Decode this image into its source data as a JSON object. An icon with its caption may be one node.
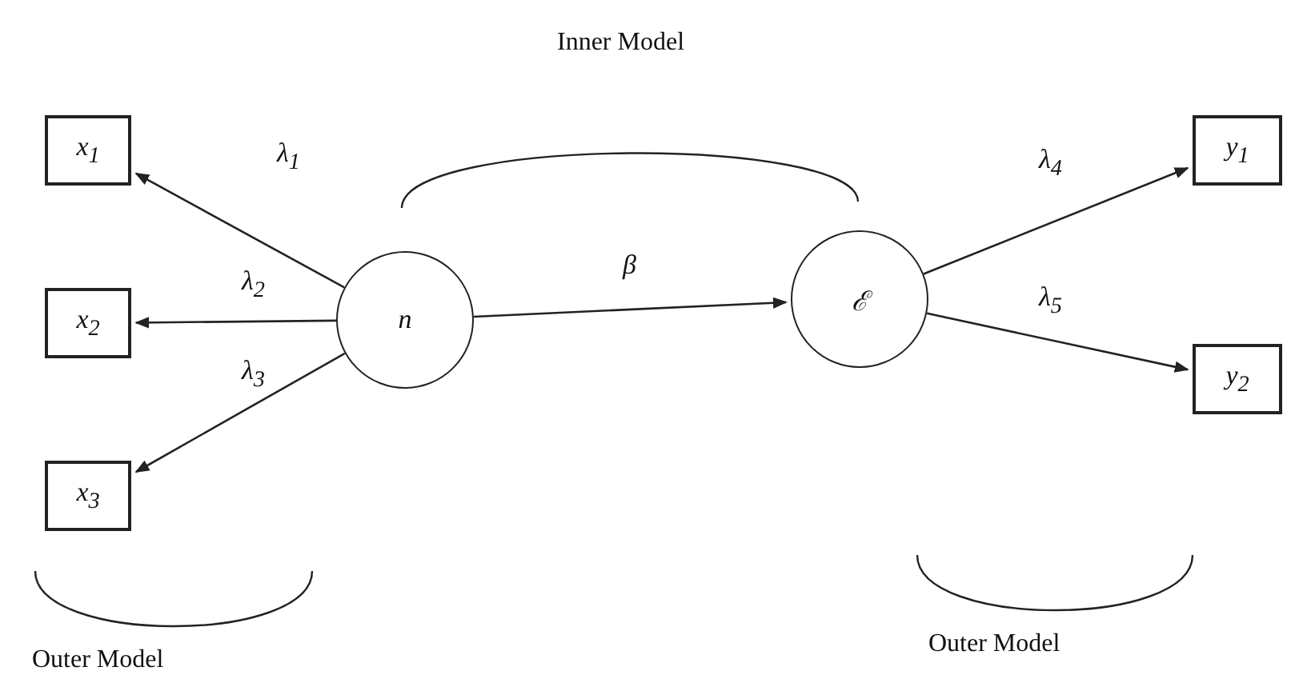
{
  "diagram": {
    "nodes": [
      {
        "text": [
          "x$_{1}$"
        ]
      },
      {
        "text": [
          "x$_{2}$"
        ]
      },
      {
        "text": [
          "x$_{3}$"
        ]
      },
      {
        "text": [
          "n"
        ]
      },
      {
        "text": [
          "ℰ"
        ]
      },
      {
        "text": [
          "y$_{1}$"
        ]
      },
      {
        "text": [
          "y$_{2}$"
        ]
      }
    ],
    "edges": [
      {
        "from": 3,
        "to": 0,
        "arrow": "to",
        "label": "λ$_{1}$"
      },
      {
        "from": 3,
        "to": 1,
        "arrow": "to",
        "label": "λ$_{2}$"
      },
      {
        "from": 3,
        "to": 2,
        "arrow": "to",
        "label": "λ$_{3}$"
      },
      {
        "from": 3,
        "to": 4,
        "arrow": "to",
        "label": "β"
      },
      {
        "from": 4,
        "to": 5,
        "arrow": "to",
        "label": "λ$_{4}$"
      },
      {
        "from": 4,
        "to": 6,
        "arrow": "to",
        "label": "λ$_{5}$"
      }
    ],
    "labels": [
      "Inner Model",
      "Outer Model",
      "Outer Model"
    ]
  }
}
